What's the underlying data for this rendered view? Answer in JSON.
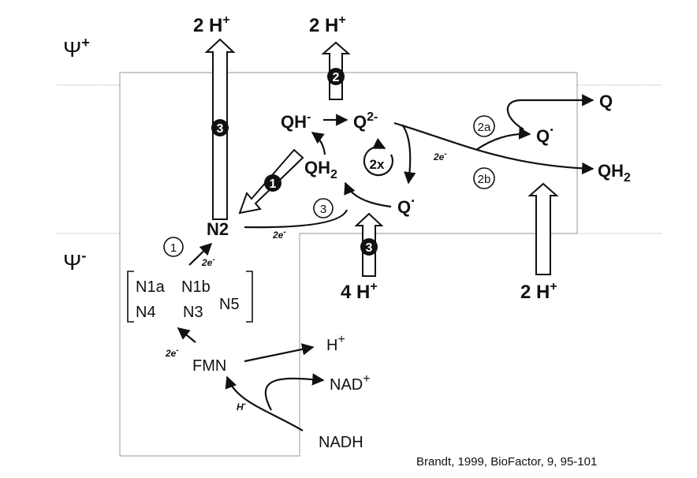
{
  "membrane": {
    "psi_plus": "Ψ",
    "psi_plus_sign": "+",
    "psi_minus": "Ψ",
    "psi_minus_sign": "-"
  },
  "proton_labels": {
    "top_left": {
      "n": "2 H",
      "sup": "+"
    },
    "top_mid": {
      "n": "2 H",
      "sup": "+"
    },
    "bottom_mid": {
      "n": "4 H",
      "sup": "+"
    },
    "bottom_right": {
      "n": "2 H",
      "sup": "+"
    }
  },
  "steps": {
    "s1_filled": "1",
    "s1_open": "1",
    "s2_filled": "2",
    "s2a": "2a",
    "s2b": "2b",
    "s2x": "2x",
    "s3_filled_top": "3",
    "s3_filled_bottom": "3",
    "s3_open": "3"
  },
  "species": {
    "qh_minus": {
      "base": "QH",
      "sup": "-"
    },
    "q_2minus": {
      "base": "Q",
      "sup": "2-"
    },
    "qh2_inner": {
      "base": "QH",
      "sub": "2"
    },
    "q_dot_inner": {
      "base": "Q",
      "sup": "·"
    },
    "q_dot_outer": {
      "base": "Q",
      "sup": "·"
    },
    "q_outer": "Q",
    "qh2_outer": {
      "base": "QH",
      "sub": "2"
    },
    "n2": "N2",
    "clusters_row1": [
      "N1a",
      "N1b"
    ],
    "clusters_row2": [
      "N4",
      "N3",
      "N5"
    ],
    "fmn": "FMN",
    "h_plus": {
      "base": "H",
      "sup": "+"
    },
    "nad_plus": {
      "base": "NAD",
      "sup": "+"
    },
    "nadh": "NADH"
  },
  "electron_labels": {
    "e_n2": {
      "base": "2e",
      "sup": "-"
    },
    "e_q2": {
      "base": "2e",
      "sup": "-"
    },
    "e_clusters": {
      "base": "2e",
      "sup": "-"
    },
    "e_fmn": {
      "base": "2e",
      "sup": "-"
    },
    "hydride": {
      "base": "H",
      "sup": "-"
    }
  },
  "citation": "Brandt, 1999, BioFactor, 9, 95-101"
}
